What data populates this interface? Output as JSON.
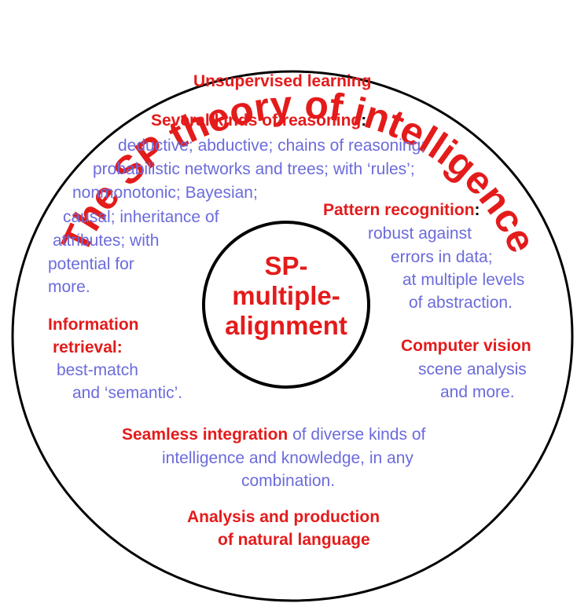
{
  "title": "The SP theory of intelligence",
  "center": [
    "SP-",
    "multiple-",
    "alignment"
  ],
  "unsupervised": "Unsupervised learning",
  "reasoning": {
    "heading": "Several kinds of reasoning",
    "colon": ":",
    "lines": [
      "deductive;  abductive; chains of reasoning;",
      "probabilistic networks and trees; with ‘rules’;",
      "nonmonotonic; Bayesian;",
      "causal; inheritance of",
      "attributes; with",
      "potential for",
      "more."
    ]
  },
  "pattern": {
    "heading": "Pattern recognition",
    "colon": ":",
    "lines": [
      "robust against",
      "errors in data;",
      "at multiple levels",
      "of abstraction."
    ]
  },
  "retrieval": {
    "heading": [
      "Information",
      "retrieval:"
    ],
    "lines": [
      "best-match",
      "and ‘semantic’."
    ]
  },
  "vision": {
    "heading": "Computer vision",
    "lines": [
      "scene analysis",
      "and more."
    ]
  },
  "integration": {
    "heading": "Seamless integration",
    "rest": " of diverse kinds of",
    "lines": [
      "intelligence and knowledge, in any",
      "combination."
    ]
  },
  "language": [
    "Analysis and production",
    "of natural language"
  ],
  "colors": {
    "red": "#e41b1b",
    "blue": "#6b6bdc",
    "line": "#000000"
  }
}
